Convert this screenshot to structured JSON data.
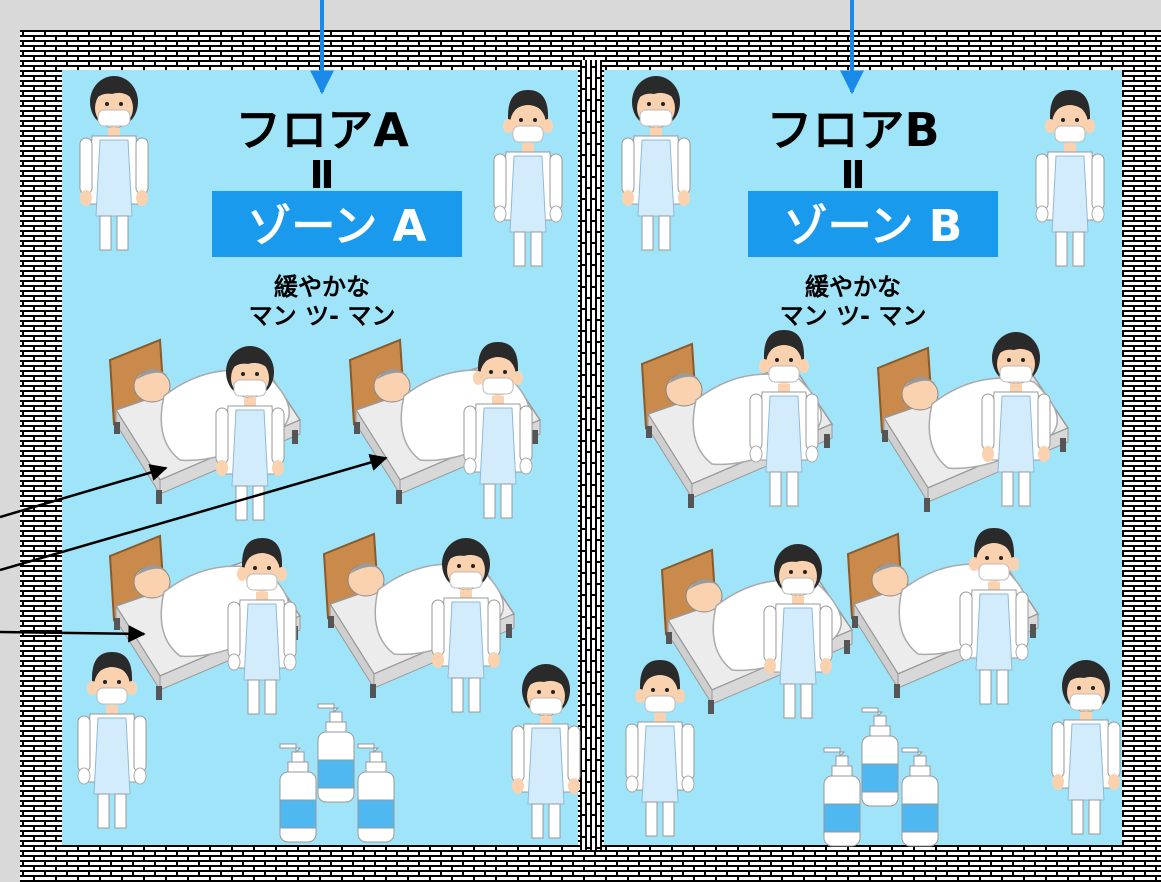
{
  "zones": [
    {
      "floor_title": "フロアA",
      "equals": "Ⅱ",
      "zone_label": "ゾーン A",
      "note_line1": "緩やかな",
      "note_line2": "マン ツ- マン"
    },
    {
      "floor_title": "フロアB",
      "equals": "Ⅱ",
      "zone_label": "ゾーン B",
      "note_line1": "緩やかな",
      "note_line2": "マン ツ- マン"
    }
  ],
  "colors": {
    "background": "#d9d9d9",
    "room_fill": "#a0e4fa",
    "zone_label_bg": "#1a9aec",
    "arrow_blue": "#1a8ae8",
    "wall": "#000000"
  },
  "icons": {
    "nurse_female": "nurse-female-icon",
    "nurse_male": "nurse-male-icon",
    "bed_patient": "bed-patient-icon",
    "sanitizer": "sanitizer-bottle-icon"
  }
}
